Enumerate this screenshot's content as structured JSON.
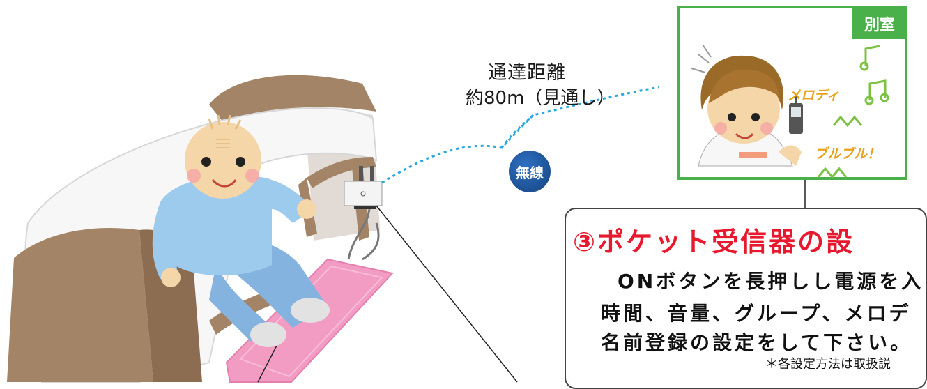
{
  "range": {
    "title": "通達距離",
    "subtitle": "約80m（見通し）"
  },
  "wireless_label": "無線",
  "room": {
    "tag": "別室",
    "melody": "メロディ",
    "buzz": "ブルブル！"
  },
  "info": {
    "title": "③ポケット受信器の設",
    "line1": "ONボタンを長押しし電源を入",
    "line2": "時間、音量、グループ、メロデ",
    "line3": "名前登録の設定をして下さい。",
    "footnote": "＊各設定方法は取扱説"
  },
  "colors": {
    "green_frame": "#4ab14a",
    "red_title": "#e6192e",
    "dotted_link": "#2aa7e0",
    "mat_pink": "#f29cc4",
    "bed_brown": "#a38466",
    "pajama_blue": "#9ccbed",
    "wireless_blue": "#1e5aa8"
  },
  "icons": [
    "music-note-icon",
    "vibration-icon",
    "radio-wave-icon"
  ]
}
